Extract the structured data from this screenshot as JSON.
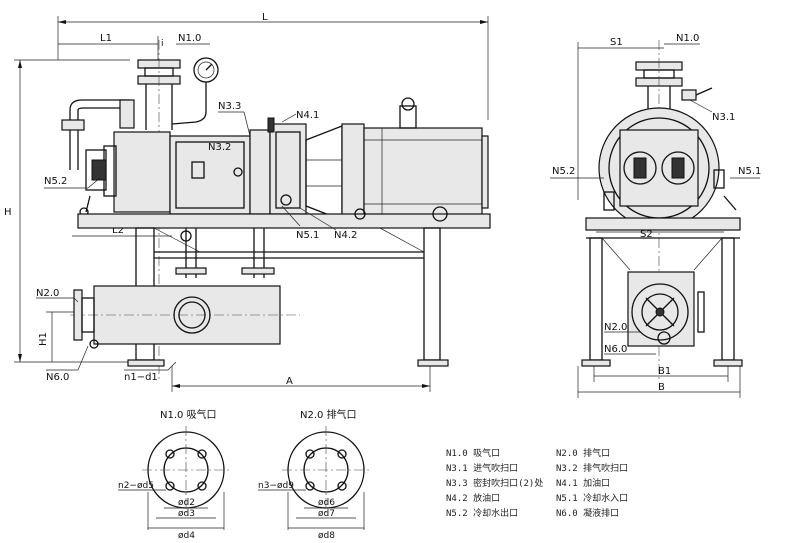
{
  "labels": {
    "L": "L",
    "L1": "L1",
    "L2": "L2",
    "H": "H",
    "H1": "H1",
    "A": "A",
    "B": "B",
    "B1": "B1",
    "S1": "S1",
    "S2": "S2",
    "n1_d1": "n1−d1",
    "i": "i",
    "front": {
      "N1_0": "N1.0",
      "N3_3": "N3.3",
      "N4_1": "N4.1",
      "N3_2": "N3.2",
      "N5_2": "N5.2",
      "N5_1": "N5.1",
      "N4_2": "N4.2",
      "N2_0": "N2.0",
      "N6_0": "N6.0"
    },
    "side": {
      "N1_0": "N1.0",
      "N3_1": "N3.1",
      "N5_2": "N5.2",
      "N5_1": "N5.1",
      "N2_0": "N2.0",
      "N6_0": "N6.0"
    }
  },
  "flange1": {
    "title": "N1.0 吸气口",
    "bolt": "n2−ød5",
    "d2": "ød2",
    "d3": "ød3",
    "d4": "ød4"
  },
  "flange2": {
    "title": "N2.0 排气口",
    "bolt": "n3−ød9",
    "d6": "ød6",
    "d7": "ød7",
    "d8": "ød8"
  },
  "legend": [
    {
      "code": "N1.0 吸气口",
      "code2": "N2.0 排气口"
    },
    {
      "code": "N3.1 进气吹扫口",
      "code2": "N3.2 排气吹扫口"
    },
    {
      "code": "N3.3 密封吹扫口(2)处",
      "code2": "N4.1 加油口"
    },
    {
      "code": "N4.2 放油口",
      "code2": "N5.1 冷却水入口"
    },
    {
      "code": "N5.2 冷却水出口",
      "code2": "N6.0 凝液排口"
    }
  ]
}
